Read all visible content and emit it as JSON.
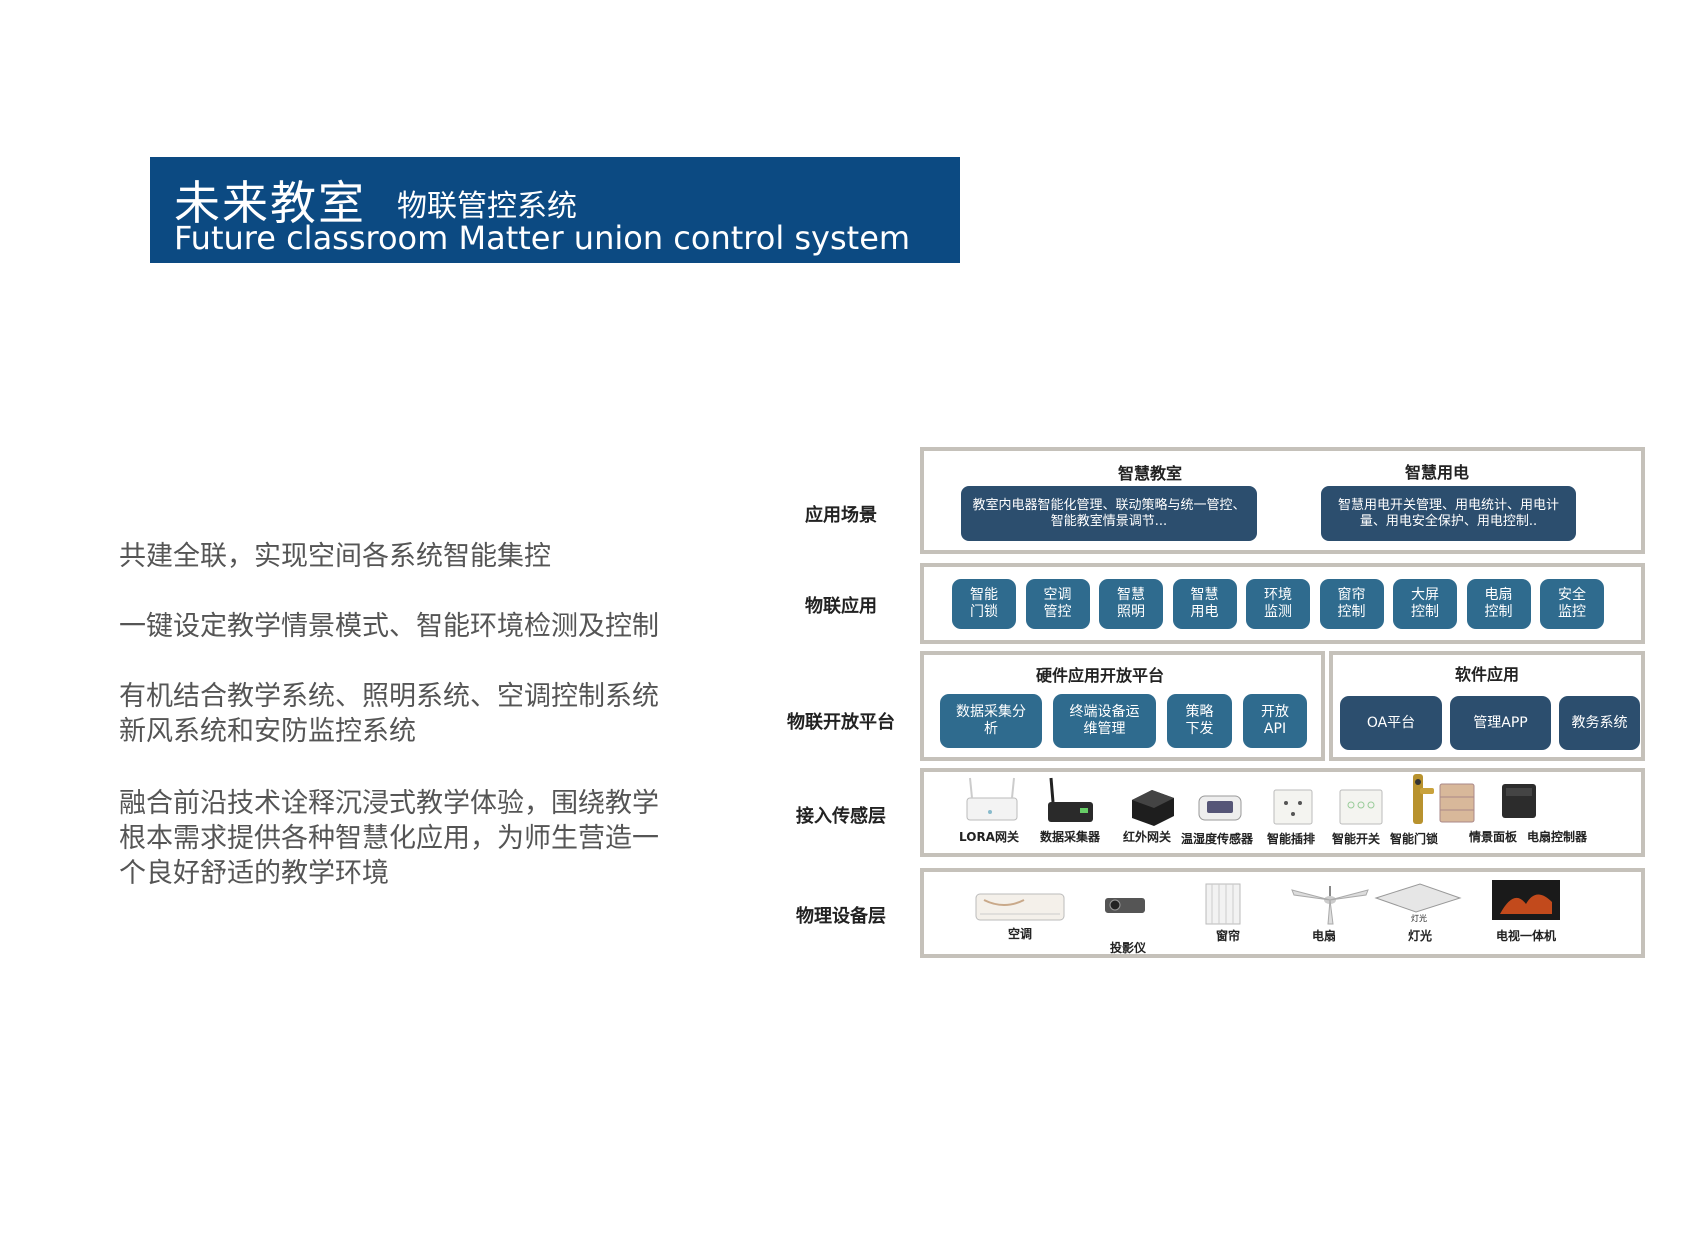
{
  "title": {
    "main": "未来教室",
    "sub": "物联管控系统",
    "en": "Future classroom  Matter union control system"
  },
  "colors": {
    "banner": "#0c4a82",
    "box_dark": "#2c4e6e",
    "box_mid": "#2f6b8e",
    "frame": "#c5c1ba"
  },
  "description": [
    "共建全联，实现空间各系统智能集控",
    "一键设定教学情景模式、智能环境检测及控制",
    "有机结合教学系统、照明系统、空调控制系统\n新风系统和安防监控系统",
    "融合前沿技术诠释沉浸式教学体验，围绕教学\n根本需求提供各种智慧化应用，为师生营造一\n个良好舒适的教学环境"
  ],
  "diagram": {
    "layers": {
      "scenario": "应用场景",
      "apps": "物联应用",
      "platform": "物联开放平台",
      "sensing": "接入传感层",
      "physical": "物理设备层"
    },
    "scenario": {
      "left_title": "智慧教室",
      "left_text": "教室内电器智能化管理、联动策略与统一管控、智能教室情景调节...",
      "right_title": "智慧用电",
      "right_text": "智慧用电开关管理、用电统计、用电计量、用电安全保护、用电控制.."
    },
    "apps": [
      "智能\n门锁",
      "空调\n管控",
      "智慧\n照明",
      "智慧\n用电",
      "环境\n监测",
      "窗帘\n控制",
      "大屏\n控制",
      "电扇\n控制",
      "安全\n监控"
    ],
    "hardware_platform": {
      "title": "硬件应用开放平台",
      "items": [
        "数据采集分\n析",
        "终端设备运\n维管理",
        "策略\n下发",
        "开放\nAPI"
      ]
    },
    "software": {
      "title": "软件应用",
      "items": [
        "OA平台",
        "管理APP",
        "教务系统"
      ]
    },
    "sensing_devices": [
      "LORA网关",
      "数据采集器",
      "红外网关",
      "温湿度传感器",
      "智能插排",
      "智能开关",
      "智能门锁",
      "情景面板",
      "电扇控制器"
    ],
    "physical_devices": [
      "空调",
      "投影仪",
      "窗帘",
      "电扇",
      "灯光",
      "电视一体机"
    ],
    "lamp_tag": "灯光"
  }
}
